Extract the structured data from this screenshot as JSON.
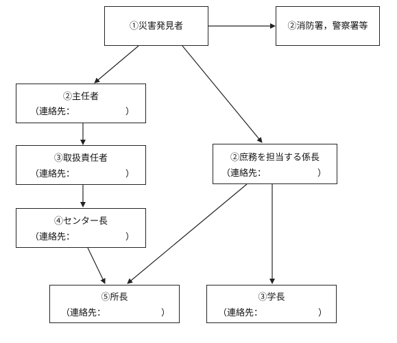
{
  "nodes": {
    "discoverer": {
      "title": "①災害発見者"
    },
    "fire_police": {
      "title": "②消防署，警察署等"
    },
    "supervisor": {
      "title": "②主任者",
      "contact": "（連絡先：",
      "close": "）"
    },
    "general_affairs": {
      "title": "②庶務を担当する係長",
      "contact": "（連絡先：",
      "close": "）"
    },
    "handler": {
      "title": "③取扱責任者",
      "contact": "（連絡先：",
      "close": "）"
    },
    "center_head": {
      "title": "④センター長",
      "contact": "（連絡先：",
      "close": "）"
    },
    "director": {
      "title": "⑤所長",
      "contact": "（連絡先：",
      "close": "）"
    },
    "dean": {
      "title": "③学長",
      "contact": "（連絡先：",
      "close": "）"
    }
  },
  "colors": {
    "line": "#222222",
    "text": "#111111",
    "background": "#ffffff"
  }
}
